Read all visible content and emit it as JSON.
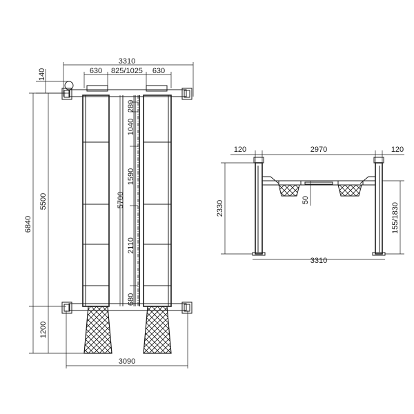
{
  "plan_view": {
    "dim_top_total": "3310",
    "dim_top_left_runway": "630",
    "dim_top_gap": "825/1025",
    "dim_top_right_runway": "630",
    "dim_top_offset": "140",
    "dim_total_length": "6840",
    "dim_post_spacing": "5500",
    "dim_rear_overhang": "1200",
    "dim_runway_length": "5700",
    "dim_seg_1": "280",
    "dim_seg_2": "1040",
    "dim_seg_3": "1590",
    "dim_seg_4": "2110",
    "dim_seg_5": "680",
    "dim_bottom_width": "3090"
  },
  "front_view": {
    "dim_left_post": "120",
    "dim_inner_span": "2970",
    "dim_right_post": "120",
    "dim_height": "2330",
    "dim_lift_height": "155/1830",
    "dim_runway_thickness": "50",
    "dim_total_width": "3310"
  },
  "colors": {
    "line": "#1a1a1a",
    "background": "#ffffff"
  }
}
